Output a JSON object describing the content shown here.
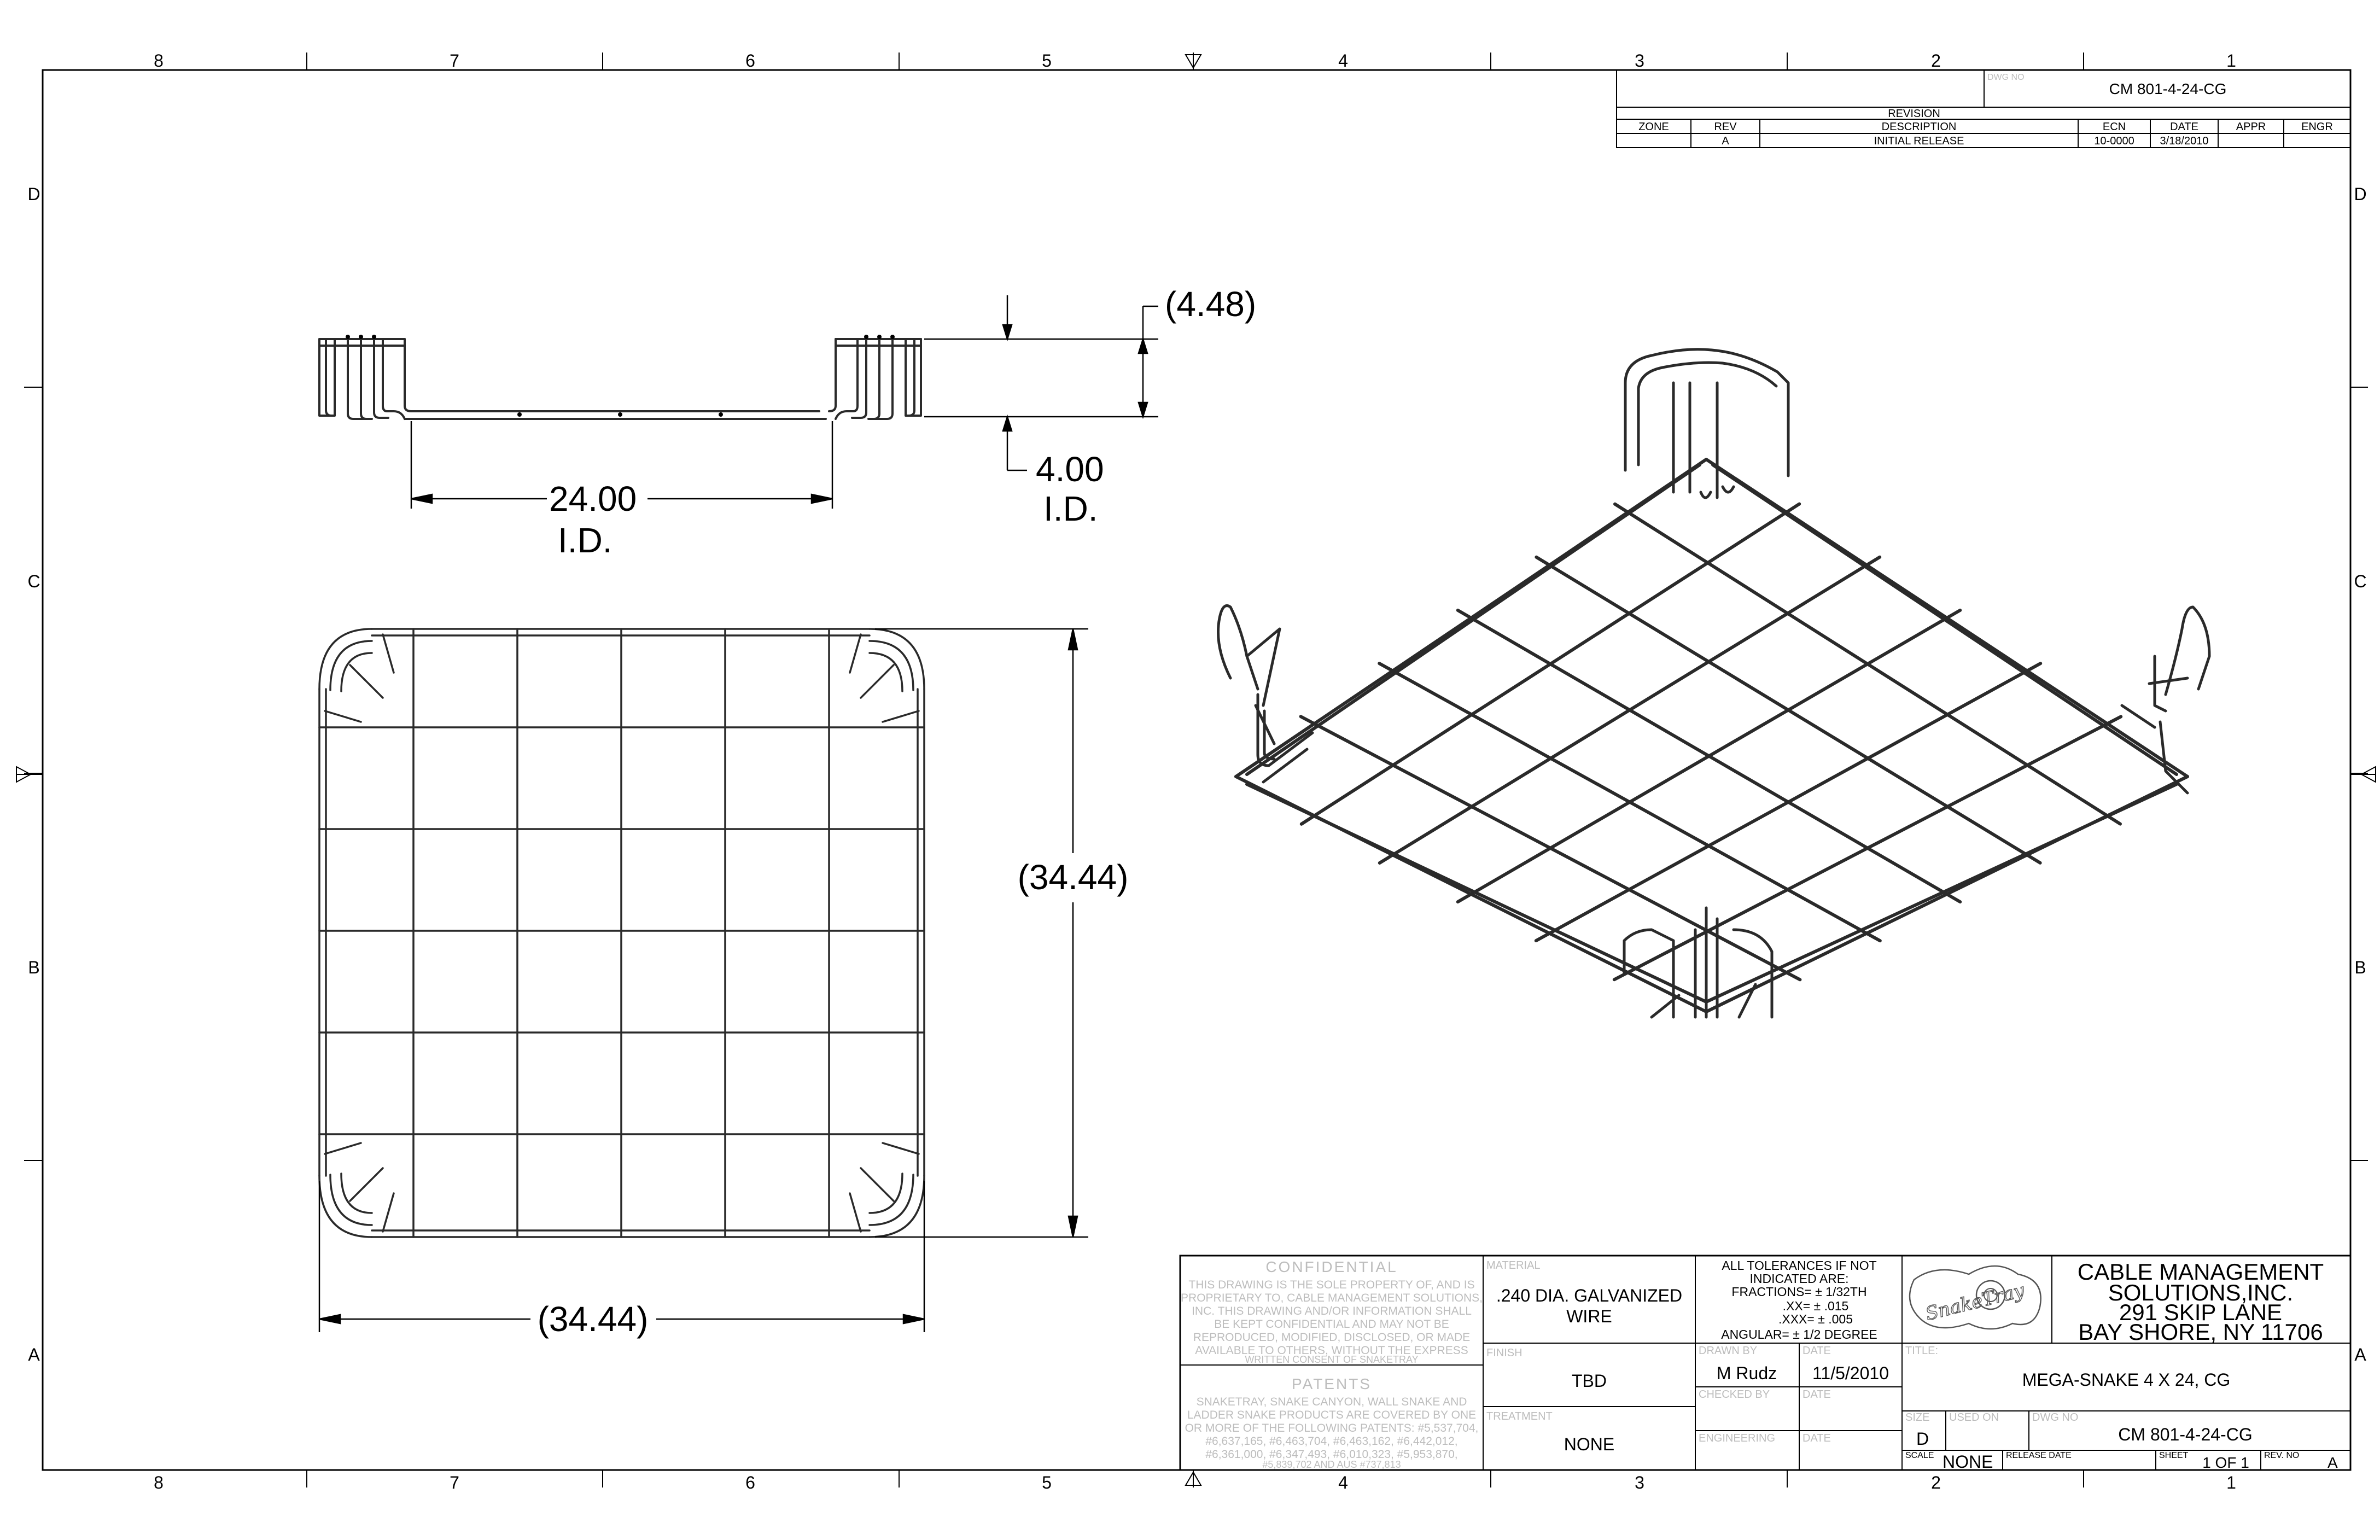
{
  "border": {
    "cols": [
      "8",
      "7",
      "6",
      "5",
      "4",
      "3",
      "2",
      "1"
    ],
    "rows": [
      "D",
      "C",
      "B",
      "A"
    ]
  },
  "revision_block": {
    "dwg_no_label": "DWG NO",
    "dwg_no": "CM 801-4-24-CG",
    "title": "REVISION",
    "headers": [
      "ZONE",
      "REV",
      "DESCRIPTION",
      "ECN",
      "DATE",
      "APPR",
      "ENGR"
    ],
    "row": [
      "",
      "A",
      "INITIAL RELEASE",
      "10-0000",
      "3/18/2010",
      "",
      ""
    ]
  },
  "dimensions": {
    "height_outer": "(4.48)",
    "height_inner": "4.00",
    "height_inner_sub": "I.D.",
    "width_inner": "24.00",
    "width_inner_sub": "I.D.",
    "side_vertical": "(34.44)",
    "side_horizontal": "(34.44)"
  },
  "title_block": {
    "confidential_title": "CONFIDENTIAL",
    "confidential_lines": [
      "THIS DRAWING IS THE SOLE PROPERTY OF, AND IS",
      "PROPRIETARY TO, CABLE MANAGEMENT SOLUTIONS,",
      "INC. THIS DRAWING AND/OR INFORMATION SHALL",
      "BE KEPT CONFIDENTIAL AND MAY NOT BE",
      "REPRODUCED, MODIFIED, DISCLOSED, OR MADE",
      "AVAILABLE TO OTHERS, WITHOUT THE EXPRESS",
      "WRITTEN CONSENT OF SNAKETRAY"
    ],
    "patents_title": "PATENTS",
    "patents_lines": [
      "SNAKETRAY, SNAKE CANYON, WALL SNAKE AND",
      "LADDER SNAKE PRODUCTS ARE COVERED BY ONE",
      "OR MORE OF THE FOLLOWING PATENTS: #5,537,704,",
      "#6,637,165, #6,463,704, #6,463,162, #6,442,012,",
      "#6,361,000, #6,347,493, #6,010,323, #5,953,870,",
      "#5,839,702 AND AUS #737,813"
    ],
    "material_label": "MATERIAL",
    "material_lines": [
      ".240 DIA. GALVANIZED",
      "WIRE"
    ],
    "finish_label": "FINISH",
    "finish": "TBD",
    "treatment_label": "TREATMENT",
    "treatment": "NONE",
    "tolerance_lines": [
      "ALL TOLERANCES IF NOT",
      "INDICATED ARE:",
      "FRACTIONS= ± 1/32TH",
      ".XX= ± .015",
      ".XXX= ± .005",
      "ANGULAR= ± 1/2 DEGREE"
    ],
    "drawn_by_label": "DRAWN BY",
    "drawn_by": "M Rudz",
    "date_label": "DATE",
    "drawn_date": "11/5/2010",
    "checked_by_label": "CHECKED BY",
    "engineering_label": "ENGINEERING",
    "logo_text": "SnakeTray",
    "company_lines": [
      "CABLE MANAGEMENT",
      "SOLUTIONS,INC.",
      "291 SKIP LANE",
      "BAY SHORE, NY 11706"
    ],
    "title_label": "TITLE:",
    "title": "MEGA-SNAKE 4 X 24, CG",
    "size_label": "SIZE",
    "size": "D",
    "used_on_label": "USED ON",
    "dwg_no_label": "DWG NO",
    "dwg_no": "CM 801-4-24-CG",
    "scale_label": "SCALE",
    "scale": "NONE",
    "release_date_label": "RELEASE DATE",
    "sheet_label": "SHEET",
    "sheet": "1 OF 1",
    "rev_no_label": "REV. NO",
    "rev_no": "A"
  }
}
